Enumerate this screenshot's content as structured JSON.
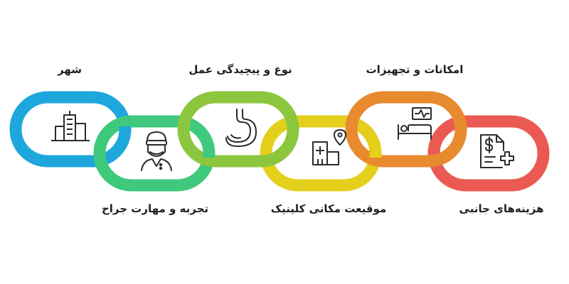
{
  "factors": [
    {
      "id": "city",
      "label": "شهر",
      "color": "#1ea7dd",
      "icon": "city-buildings-icon"
    },
    {
      "id": "surgeon",
      "label": "تجربه و مهارت جراح",
      "color": "#3ec97c",
      "icon": "surgeon-icon"
    },
    {
      "id": "procedure",
      "label": "نوع و پیچیدگی عمل",
      "color": "#8cc63e",
      "icon": "stomach-icon"
    },
    {
      "id": "location",
      "label": "موقیعت مکانی کلینیک",
      "color": "#e4cf1c",
      "icon": "hospital-location-icon"
    },
    {
      "id": "facilities",
      "label": "امکانات و تجهیزات",
      "color": "#e88a2e",
      "icon": "hospital-bed-monitor-icon"
    },
    {
      "id": "costs",
      "label": "هزینه‌های جانبی",
      "color": "#ea5a52",
      "icon": "medical-bill-icon"
    }
  ]
}
